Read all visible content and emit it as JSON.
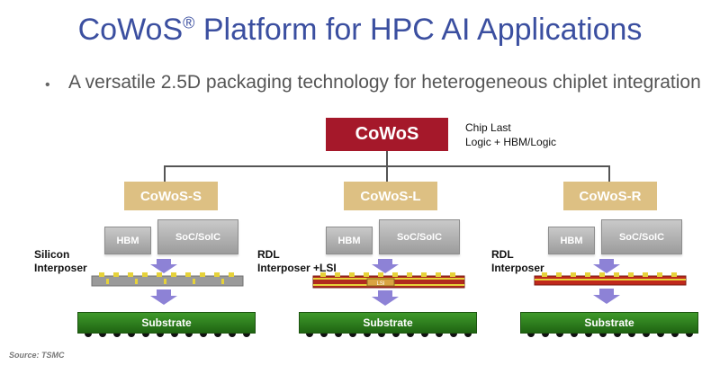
{
  "title": {
    "text": "CoWoS",
    "reg": "®",
    "rest": " Platform for HPC AI Applications"
  },
  "subtitle": "A versatile 2.5D packaging technology for heterogeneous chiplet integration",
  "root": {
    "label": "CoWoS",
    "note": "Chip Last\nLogic + HBM/Logic"
  },
  "variants": [
    {
      "label": "CoWoS-S",
      "hbm": "HBM",
      "soc": "SoC/SoIC",
      "side": "Silicon\nInterposer",
      "substrate": "Substrate",
      "interposer": "silicon"
    },
    {
      "label": "CoWoS-L",
      "hbm": "HBM",
      "soc": "SoC/SoIC",
      "side": "RDL\nInterposer +LSI",
      "substrate": "Substrate",
      "interposer": "rdl-lsi",
      "lsi": "LSI"
    },
    {
      "label": "CoWoS-R",
      "hbm": "HBM",
      "soc": "SoC/SoIC",
      "side": "RDL\nInterposer",
      "substrate": "Substrate",
      "interposer": "rdl"
    }
  ],
  "source": "Source: TSMC",
  "colors": {
    "title": "#3b4fa0",
    "root": "#a5182a",
    "variant": "#ddc083",
    "substrate": "#2a7d1c",
    "arrow": "#8d82d6"
  }
}
